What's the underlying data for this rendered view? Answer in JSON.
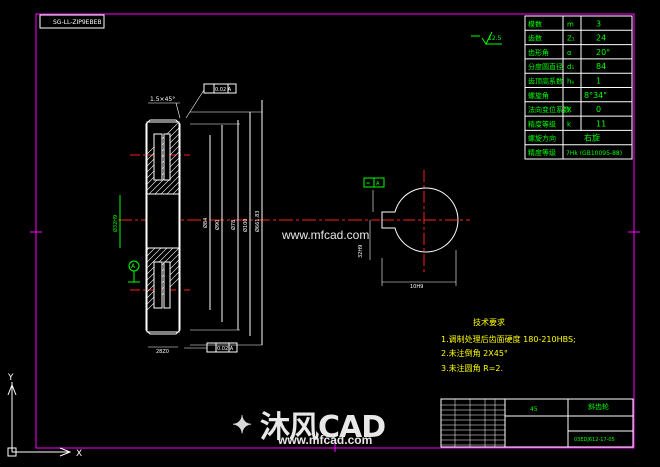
{
  "drawing": {
    "code_rotated": "SG-LL-ZIP9EBEB",
    "param_table": [
      {
        "label": "模数",
        "symbol": "m",
        "value": "3"
      },
      {
        "label": "齿数",
        "symbol": "Z₁",
        "value": "24"
      },
      {
        "label": "齿形角",
        "symbol": "α",
        "value": "20°"
      },
      {
        "label": "分度圆直径",
        "symbol": "d₁",
        "value": "84"
      },
      {
        "label": "齿顶高系数",
        "symbol": "hₐ",
        "value": "1"
      },
      {
        "label": "螺旋角",
        "symbol": "",
        "value": "8°34\""
      },
      {
        "label": "法向变位系数",
        "symbol": "X",
        "value": "0"
      },
      {
        "label": "精度等级",
        "symbol": "k",
        "value": "11"
      },
      {
        "label": "螺旋方向",
        "symbol": "",
        "value": "右旋"
      },
      {
        "label": "精度等级",
        "symbol": "",
        "value": "7Hk (GB10095-88)"
      }
    ],
    "roughness_note": "12.5",
    "chamfer_label": "1.5×45°",
    "tolerance_top": "0.02 A",
    "tolerance_bottom": "0.02 A",
    "datum_label": "A",
    "dim_bottom_left": "28Z0",
    "dim_keyway": "32H9",
    "dim_keyway_width": "10H9",
    "tech_req": {
      "title": "技术要求",
      "items": [
        "1.调制处理后齿面硬度 180-210HBS;",
        "2.未注倒角 2X45°",
        "3.未注圆角 R=2."
      ]
    },
    "title_block": {
      "part_name": "斜齿轮",
      "material": "45",
      "drawing_no": "03EDJ612-17-05"
    }
  },
  "watermark": {
    "url_top": "www.mfcad.com",
    "logo_text": "沐风CAD",
    "url_bottom": "www.mfcad.com"
  },
  "ucs": {
    "x": "X",
    "y": "Y"
  },
  "colors": {
    "frame": "#ff00ff",
    "green": "#00ff00",
    "white": "#ffffff",
    "red": "#ff2020",
    "yellow": "#ffff00",
    "cyan": "#00e0e0"
  }
}
